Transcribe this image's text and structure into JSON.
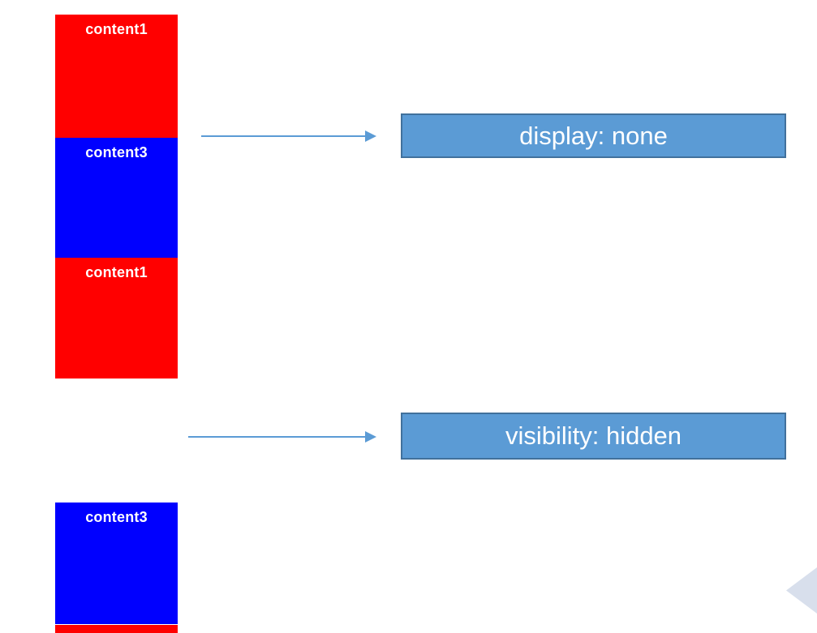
{
  "colors": {
    "content_red": "#ff0000",
    "content_blue": "#0000ff",
    "content_label_text": "#ffffff",
    "callout_fill": "#5b9bd5",
    "callout_border": "#41719c",
    "callout_text": "#ffffff",
    "arrow": "#5b9bd5",
    "corner_shape": "#d8dfec",
    "background": "#ffffff"
  },
  "examples": [
    {
      "name": "display-none",
      "callout_label": "display: none",
      "boxes": [
        {
          "label": "content1"
        },
        {
          "label": "content3"
        }
      ]
    },
    {
      "name": "visibility-hidden",
      "callout_label": "visibility: hidden",
      "boxes": [
        {
          "label": "content1"
        },
        {
          "label": "content3"
        },
        {
          "label": ""
        }
      ]
    }
  ]
}
